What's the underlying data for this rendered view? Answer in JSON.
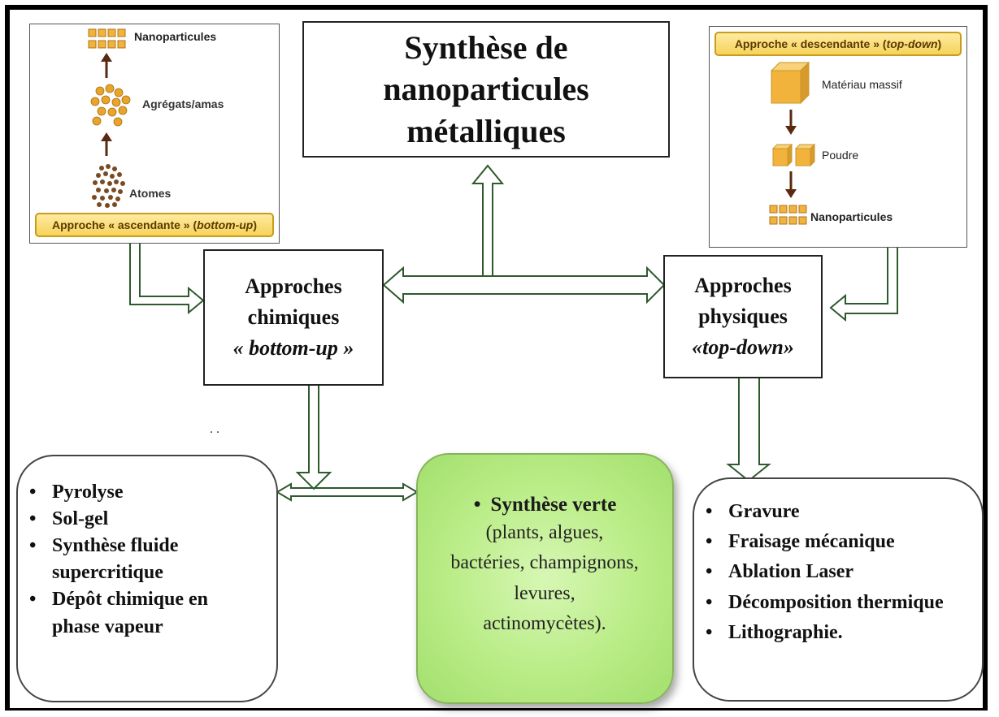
{
  "title": "Synthèse de nanoparticules métalliques",
  "bottom_up_panel": {
    "label_top": "Nanoparticules",
    "label_middle": "Agrégats/amas",
    "label_bottom": "Atomes",
    "banner_prefix": "Approche « ascendante » (",
    "banner_term": "bottom-up",
    "banner_suffix": ")"
  },
  "top_down_panel": {
    "banner_prefix": "Approche « descendante » (",
    "banner_term": "top-down",
    "banner_suffix": ")",
    "label_top": "Matériau massif",
    "label_middle": "Poudre",
    "label_bottom": "Nanoparticules"
  },
  "chemical": {
    "line1": "Approches",
    "line2": "chimiques",
    "term": "« bottom-up »"
  },
  "physical": {
    "line1": "Approches",
    "line2": "physiques",
    "term": "«top-down»"
  },
  "chemical_methods": [
    "Pyrolyse",
    "Sol-gel",
    "Synthèse fluide supercritique",
    "Dépôt chimique en phase vapeur"
  ],
  "green": {
    "title": "Synthèse verte",
    "description": "(plants, algues, bactéries, champignons, levures, actinomycètes)."
  },
  "physical_methods": [
    "Gravure",
    "Fraisage mécanique",
    "Ablation Laser",
    "Décomposition thermique",
    "Lithographie."
  ],
  "stray_marks": "..",
  "colors": {
    "arrow": "#2e5a2e",
    "green_fill": "#b9ec86",
    "particle": "#e8a52a",
    "banner": "#f6d35a"
  }
}
